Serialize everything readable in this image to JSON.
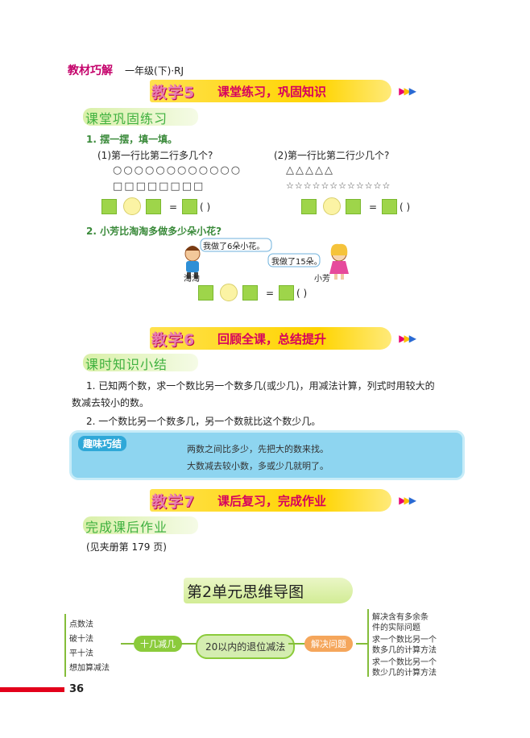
{
  "header": {
    "brand": "教材巧解",
    "grade": "一年级(下)·RJ"
  },
  "steps": [
    {
      "label": "教学5",
      "title": "课堂练习，巩固知识"
    },
    {
      "label": "教学6",
      "title": "回顾全课，总结提升"
    },
    {
      "label": "教学7",
      "title": "课后复习，完成作业"
    }
  ],
  "sec1": {
    "heading": "课堂巩固练习",
    "q1": "1. 摆一摆，填一填。",
    "q1a": "(1)第一行比第二行多几个?",
    "q1a_row1": "○○○○○○○○○○○○",
    "q1a_row2": "□□□□□□□□",
    "q1b": "(2)第一行比第二行少几个?",
    "q1b_row1": "△△△△△",
    "q1b_row2": "☆☆☆☆☆☆☆☆☆☆☆☆",
    "eq": "=",
    "unit": "(      )",
    "q2": "2. 小芳比淘淘多做多少朵小花?",
    "bubble1": "我做了6朵小花。",
    "bubble2": "我做了15朵。",
    "name1": "淘淘",
    "name2": "小芳"
  },
  "sec2": {
    "heading": "课时知识小结",
    "p1": "1. 已知两个数，求一个数比另一个数多几(或少几)，用减法计算，列式时用较大的",
    "p1b": "数减去较小的数。",
    "p2": "2. 一个数比另一个数多几，另一个数就比这个数少几。",
    "tip_tag": "趣味巧结",
    "tip1": "两数之间比多少，先把大的数来找。",
    "tip2": "大数减去较小数，多或少几就明了。"
  },
  "sec3": {
    "heading": "完成课后作业",
    "ref": "(见夹册第 179 页)"
  },
  "mindmap": {
    "title": "第2单元思维导图",
    "center": "20以内的退位减法",
    "left_node": "十几减几",
    "left_leaves": [
      "点数法",
      "破十法",
      "平十法",
      "想加算减法"
    ],
    "right_node": "解决问题",
    "right_leaves": [
      "解决含有多余条",
      "件的实际问题",
      "求一个数比另一个",
      "数多几的计算方法",
      "求一个数比另一个",
      "数少几的计算方法"
    ]
  },
  "page_number": "36",
  "colors": {
    "brand": "#c4006a",
    "banner": "#ffd400",
    "green": "#8bcb3b",
    "tipbg": "#8ed5f0"
  }
}
